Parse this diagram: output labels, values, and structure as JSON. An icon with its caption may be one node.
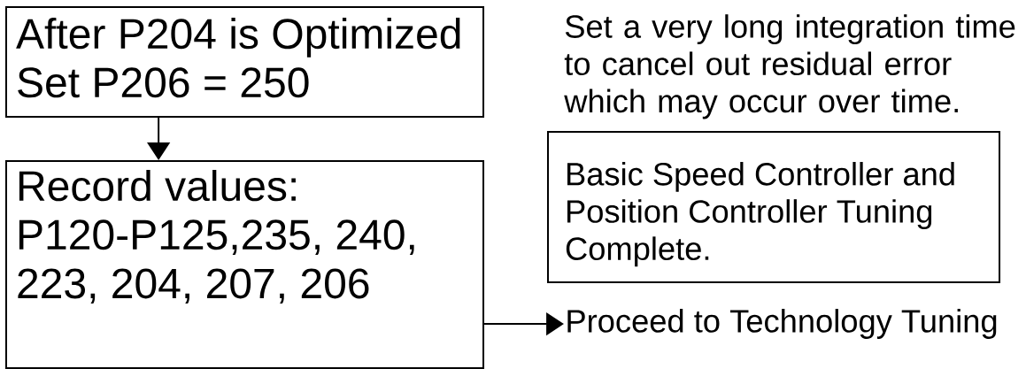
{
  "diagram": {
    "nodes": [
      {
        "text": [
          "After P204 is Optimized",
          "Set P206 = 250"
        ]
      },
      {
        "text": [
          "Record values:",
          "P120-P125,235, 240, 223, 204, 207, 206"
        ]
      },
      {
        "text": [
          "Basic Speed Controller and Position Controller Tuning Complete."
        ]
      },
      {
        "text": [
          "Proceed to Technology Tuning"
        ]
      }
    ],
    "edges": [
      {
        "from": 0,
        "to": 1,
        "arrow": "to"
      },
      {
        "from": 1,
        "to": 3,
        "arrow": "to"
      }
    ],
    "labels": [
      "Set a very long integration time to cancel out residual error which may occur over time."
    ]
  }
}
